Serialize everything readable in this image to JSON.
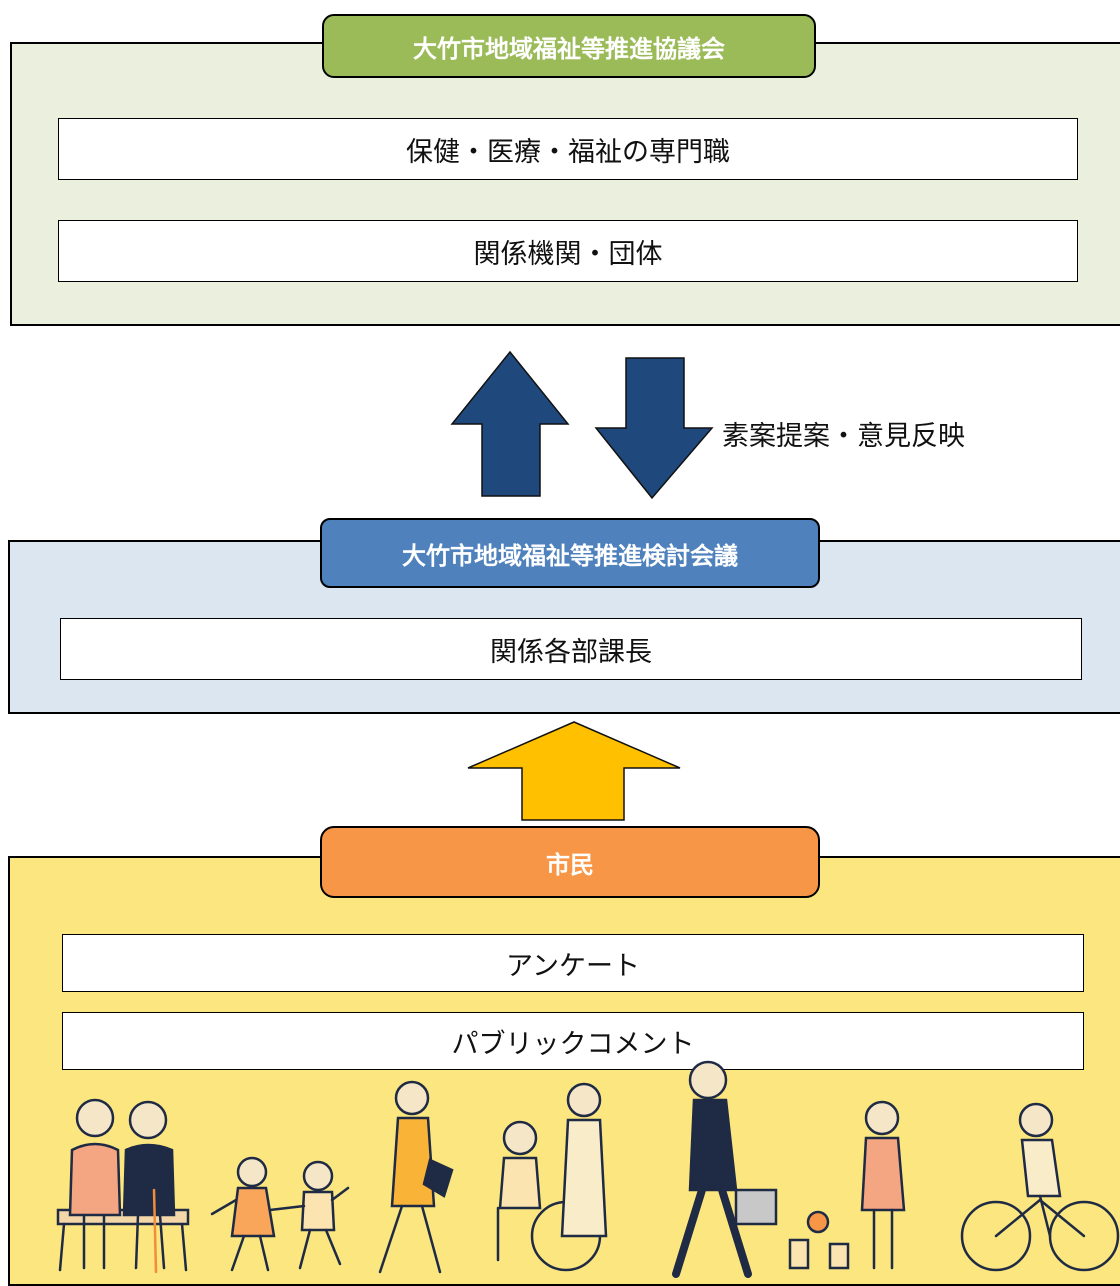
{
  "council": {
    "title": "大竹市地域福祉等推進協議会",
    "rows": [
      "保健・医療・福祉の専門職",
      "関係機関・団体"
    ],
    "color": "#9bbb59",
    "bg": "#ebf0de"
  },
  "arrow_label": "素案提案・意見反映",
  "committee": {
    "title": "大竹市地域福祉等推進検討会議",
    "rows": [
      "関係各部課長"
    ],
    "color": "#4f81bd",
    "bg": "#dce6f1"
  },
  "citizens": {
    "title": "市民",
    "rows": [
      "アンケート",
      "パブリックコメント"
    ],
    "color": "#f79646",
    "bg": "#fbe67f"
  },
  "colors": {
    "dark_arrow": "#1f497d",
    "yellow_arrow": "#ffc000"
  }
}
